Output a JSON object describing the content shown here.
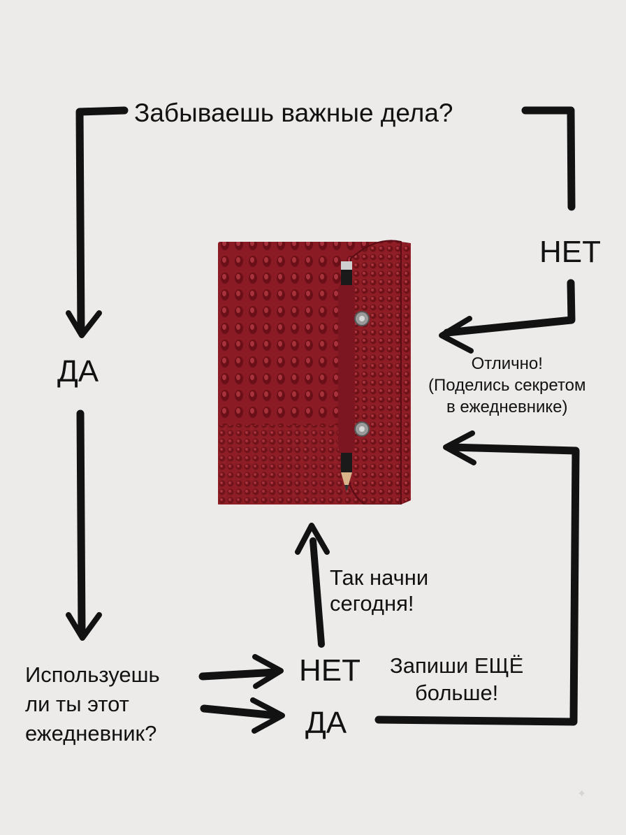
{
  "flow": {
    "question_top": "Забываешь важные дела?",
    "answer_no_top": "НЕТ",
    "answer_yes_left": "ДА",
    "great": [
      "Отлично!",
      "(Поделись секретом",
      "в ежедневнике)"
    ],
    "start_today": [
      "Так начни",
      "сегодня!"
    ],
    "question_use": [
      "Используешь",
      "ли ты этот",
      "ежедневник?"
    ],
    "answer_no_bottom": "НЕТ",
    "answer_yes_bottom": "ДА",
    "write_more": [
      "Запиши ЕЩЁ",
      "больше!"
    ]
  },
  "product": {
    "icon": "leather-planner-with-pencil",
    "leather_color": "#8a1a24"
  },
  "decor": {
    "icon": "sparkle-icon"
  },
  "colors": {
    "ink": "#121212",
    "background": "#ecebea"
  }
}
